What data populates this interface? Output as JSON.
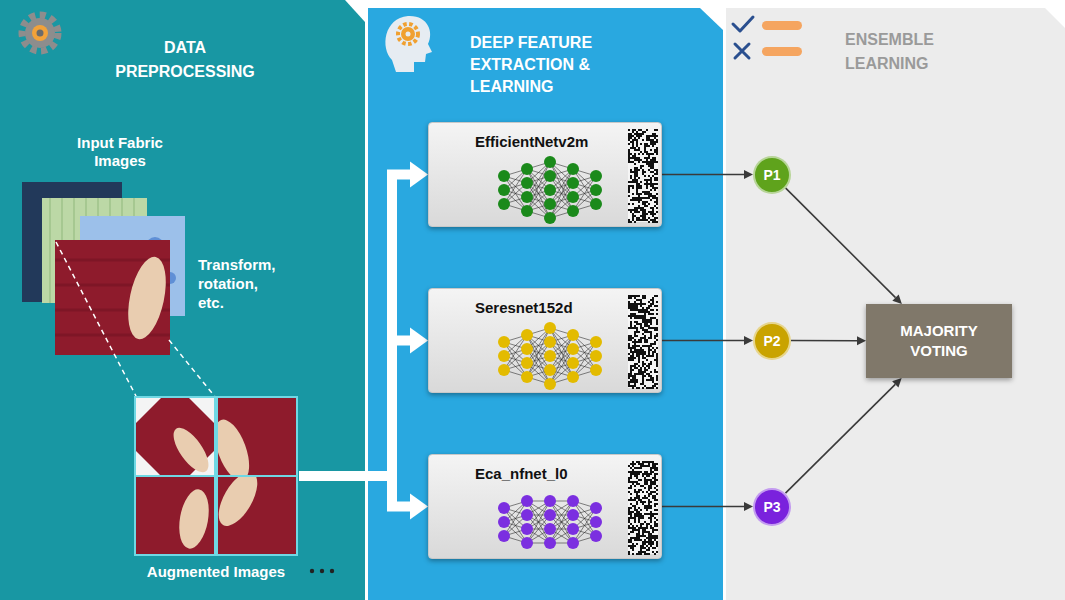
{
  "diagram": {
    "nodes": [
      {
        "text": [
          "DATA PREPROCESSING"
        ]
      },
      {
        "text": [
          "Input Fabric Images"
        ],
        "in": 0
      },
      {
        "text": [
          "Augmented Images"
        ],
        "in": 0
      },
      {
        "text": [
          "DEEP FEATURE EXTRACTION & LEARNING"
        ]
      },
      {
        "text": [
          "EfficientNetv2m"
        ],
        "in": 3
      },
      {
        "text": [
          "Seresnet152d"
        ],
        "in": 3
      },
      {
        "text": [
          "Eca_nfnet_l0"
        ],
        "in": 3
      },
      {
        "text": [
          "ENSEMBLE LEARNING"
        ]
      },
      {
        "text": [
          "P1"
        ],
        "in": 7
      },
      {
        "text": [
          "P2"
        ],
        "in": 7
      },
      {
        "text": [
          "P3"
        ],
        "in": 7
      },
      {
        "text": [
          "MAJORITY VOTING"
        ],
        "in": 7
      }
    ],
    "edges": [
      {
        "from": 2,
        "to": 4,
        "arrow": "to"
      },
      {
        "from": 2,
        "to": 5,
        "arrow": "to"
      },
      {
        "from": 2,
        "to": 6,
        "arrow": "to"
      },
      {
        "from": 4,
        "to": 8,
        "arrow": "to"
      },
      {
        "from": 5,
        "to": 9,
        "arrow": "to"
      },
      {
        "from": 6,
        "to": 10,
        "arrow": "to"
      },
      {
        "from": 8,
        "to": 11,
        "arrow": "to"
      },
      {
        "from": 9,
        "to": 11,
        "arrow": "to"
      },
      {
        "from": 10,
        "to": 11,
        "arrow": "to"
      }
    ],
    "labels": [
      "Transform, rotation, etc."
    ]
  }
}
